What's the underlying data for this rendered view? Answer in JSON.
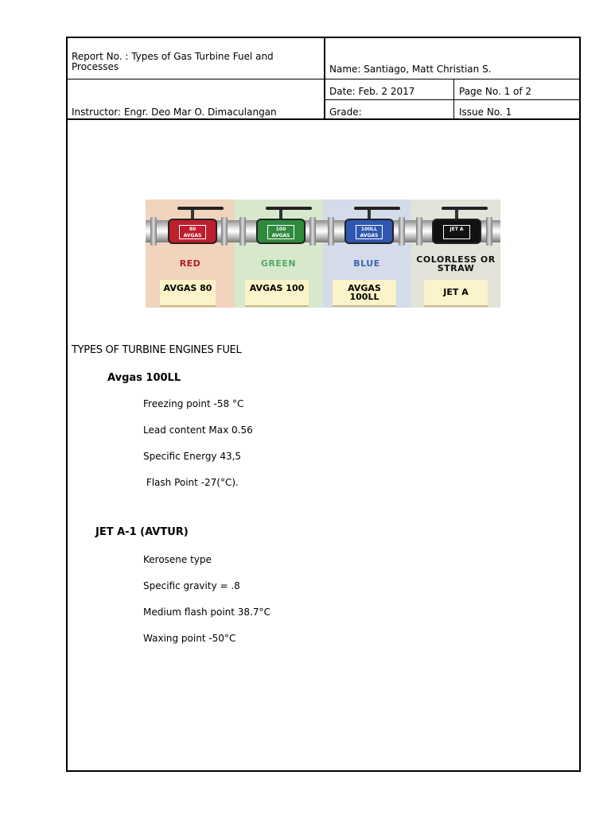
{
  "header": {
    "report_no": "Report No. : Types of Gas Turbine Fuel and Processes",
    "name": "Name: Santiago, Matt Christian S.",
    "date": "Date: Feb. 2 2017",
    "page_no": "Page No. 1 of 2",
    "instructor": "Instructor: Engr. Deo Mar O. Dimaculangan",
    "grade": "Grade:",
    "issue_no": "Issue No. 1"
  },
  "fuel_graphic": {
    "columns": [
      {
        "tag": "80 AVGAS",
        "color_name": "RED",
        "plate": "AVGAS 80",
        "bg": "#f2d3bd",
        "valve": "#c01e2e",
        "text_color": "#b01e28"
      },
      {
        "tag": "100 AVGAS",
        "color_name": "GREEN",
        "plate": "AVGAS 100",
        "bg": "#d8e8cd",
        "valve": "#2e8b3e",
        "text_color": "#54a86a"
      },
      {
        "tag": "100LL AVGAS",
        "color_name": "BLUE",
        "plate": "AVGAS 100LL",
        "bg": "#d4dce9",
        "valve": "#2f56b0",
        "text_color": "#3c63b6"
      },
      {
        "tag": "JET A",
        "color_name": "COLORLESS OR STRAW",
        "plate": "JET A",
        "bg": "#e4e3da",
        "valve": "#111111",
        "text_color": "#111111"
      }
    ]
  },
  "content": {
    "section_title": "TYPES OF TURBINE ENGINES FUEL",
    "fuels": [
      {
        "name": "Avgas 100LL",
        "props": [
          "Freezing point -58 °C",
          "Lead content  Max 0.56",
          "Specific Energy 43,5",
          " Flash Point -27(°C)."
        ]
      },
      {
        "name": "JET A-1 (AVTUR)",
        "props": [
          "Kerosene type",
          "Specific gravity = .8",
          "Medium flash point 38.7°C",
          "Waxing point -50°C"
        ]
      }
    ]
  }
}
